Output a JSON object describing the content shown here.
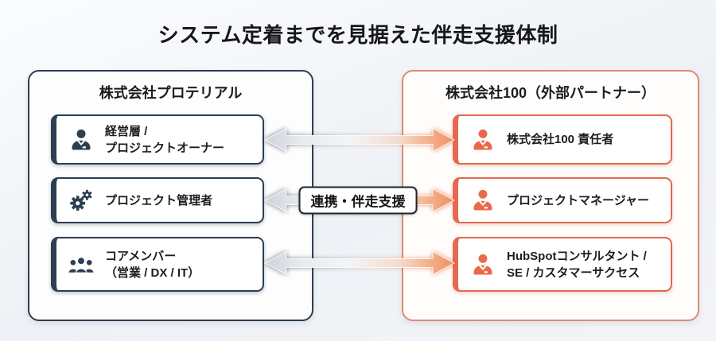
{
  "title": "システム定着までを見据えた伴走支援体制",
  "left_panel": {
    "title": "株式会社プロテリアル",
    "cards": [
      {
        "icon": "user-tie-icon",
        "line1": "経営層 /",
        "line2": "プロジェクトオーナー"
      },
      {
        "icon": "gears-icon",
        "line1": "プロジェクト管理者"
      },
      {
        "icon": "users-icon",
        "line1": "コアメンバー",
        "line2": "（営業 / DX / IT）"
      }
    ]
  },
  "right_panel": {
    "title": "株式会社100（外部パートナー）",
    "cards": [
      {
        "icon": "user-tie-icon",
        "line1": "株式会社100 責任者"
      },
      {
        "icon": "user-tie-icon",
        "line1": "プロジェクトマネージャー"
      },
      {
        "icon": "user-tie-icon",
        "line1": "HubSpotコンサルタント /",
        "line2": "SE / カスタマーサクセス"
      }
    ]
  },
  "connector": {
    "label": "連携・伴走支援"
  },
  "colors": {
    "navy": "#2d3e52",
    "coral": "#e96a4a",
    "panel_border_right": "#dd8b72",
    "glow_left": "#22324d",
    "glow_right": "#e0501f"
  }
}
